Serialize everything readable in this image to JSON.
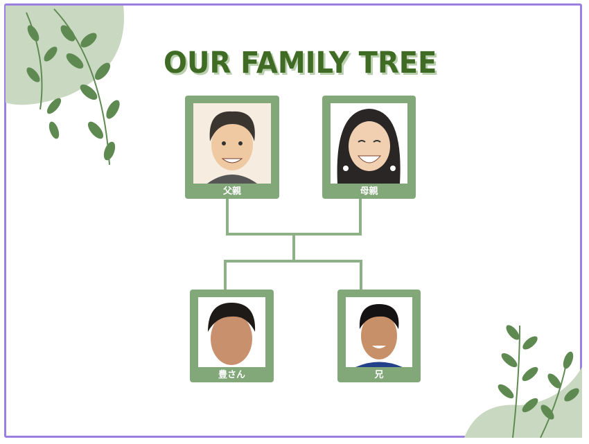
{
  "title": "OUR FAMILY TREE",
  "members": [
    {
      "label": "父親",
      "icon": "father-portrait"
    },
    {
      "label": "母親",
      "icon": "mother-portrait"
    },
    {
      "label": "豊さん",
      "icon": "yutaka-photo"
    },
    {
      "label": "兄",
      "icon": "brother-photo"
    }
  ],
  "colors": {
    "frame": "#9b7fe0",
    "card": "#82a87a",
    "title": "#3f6b24",
    "leaf": "#5e8a52"
  }
}
